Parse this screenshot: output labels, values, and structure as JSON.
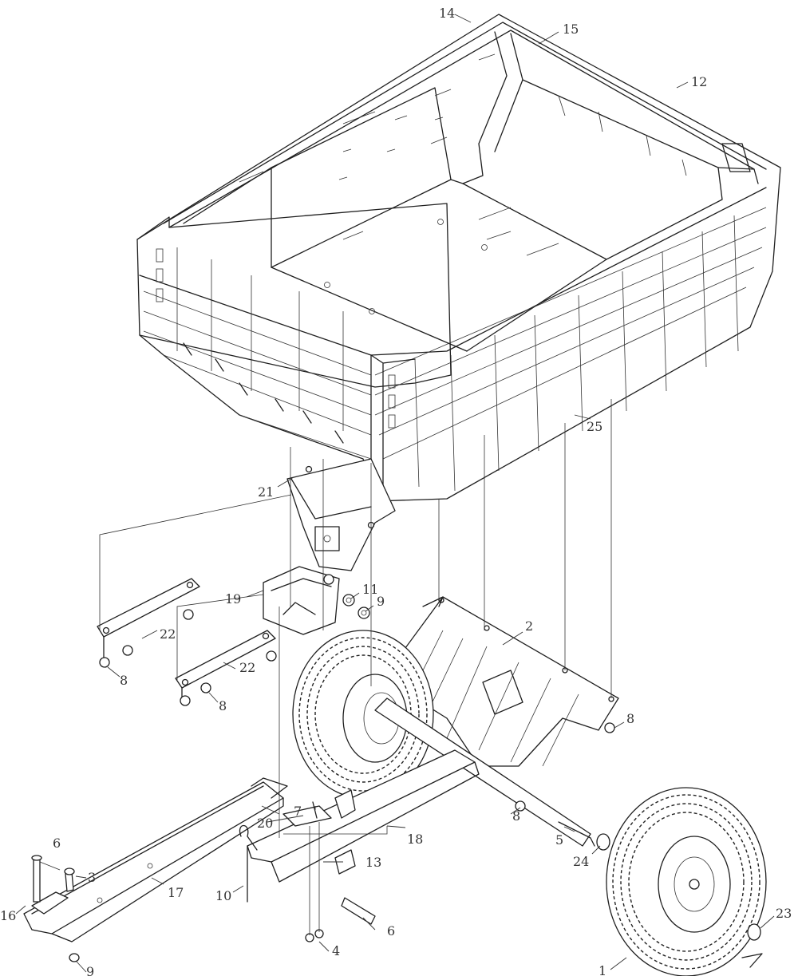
{
  "labels": {
    "l1": "1",
    "l2": "2",
    "l3": "3",
    "l4": "4",
    "l5": "5",
    "l6a": "6",
    "l6b": "6",
    "l7": "7",
    "l8a": "8",
    "l8b": "8",
    "l8c": "8",
    "l8d": "8",
    "l9a": "9",
    "l9b": "9",
    "l10a": "10",
    "l11": "11",
    "l12": "12",
    "l13": "13",
    "l14": "14",
    "l15": "15",
    "l16": "16",
    "l17": "17",
    "l18": "18",
    "l19": "19",
    "l20": "20",
    "l21": "21",
    "l22a": "22",
    "l22b": "22",
    "l23": "23",
    "l24": "24",
    "l25": "25"
  },
  "colors": {
    "line": "#1f1f1f",
    "label": "#333333",
    "background": "#ffffff"
  }
}
